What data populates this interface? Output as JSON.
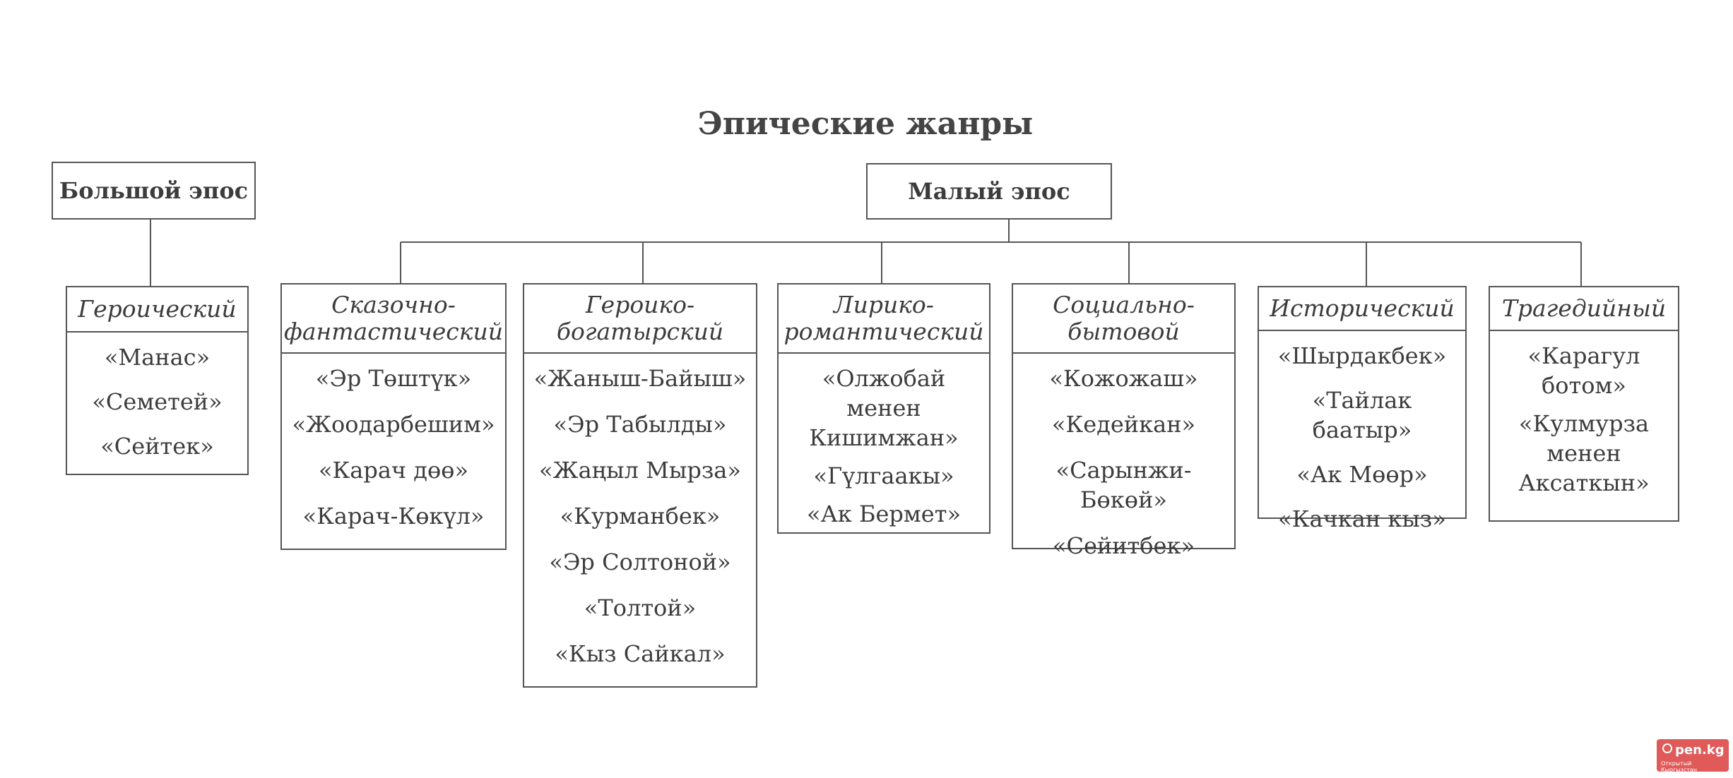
{
  "title": "Эпические жанры",
  "big_epic": {
    "label": "Большой эпос",
    "group": {
      "header": "Героический",
      "items": [
        "«Манас»",
        "«Семетей»",
        "«Сейтек»"
      ]
    }
  },
  "small_epic": {
    "label": "Малый эпос",
    "groups": [
      {
        "header": "Сказочно-\nфантастический",
        "items": [
          "«Эр Төштүк»",
          "«Жоодарбешим»",
          "«Карач дөө»",
          "«Карач-Көкүл»"
        ]
      },
      {
        "header": "Героико-\nбогатырский",
        "items": [
          "«Жаныш-Байыш»",
          "«Эр Табылды»",
          "«Жаңыл Мырза»",
          "«Курманбек»",
          "«Эр Солтоной»",
          "«Толтой»",
          "«Кыз Сайкал»"
        ]
      },
      {
        "header": "Лирико-\nромантический",
        "items": [
          "«Олжобай менен\nКишимжан»",
          "«Гүлгаакы»",
          "«Ак Бермет»"
        ]
      },
      {
        "header": "Социально-\nбытовой",
        "items": [
          "«Кожожаш»",
          "«Кедейкан»",
          "«Сарынжи-Бөкөй»",
          "«Сейитбек»"
        ]
      },
      {
        "header": "Исторический",
        "items": [
          "«Шырдакбек»",
          "«Тайлак баатыр»",
          "«Ак Мөөр»",
          "«Качкан кыз»"
        ]
      },
      {
        "header": "Трагедийный",
        "items": [
          "«Карагул\nботом»",
          "«Кулмурза\nменен\nАксаткын»"
        ]
      }
    ]
  },
  "watermark": {
    "main": "pen.kg",
    "sub": "Открытый Кыргызстан"
  }
}
